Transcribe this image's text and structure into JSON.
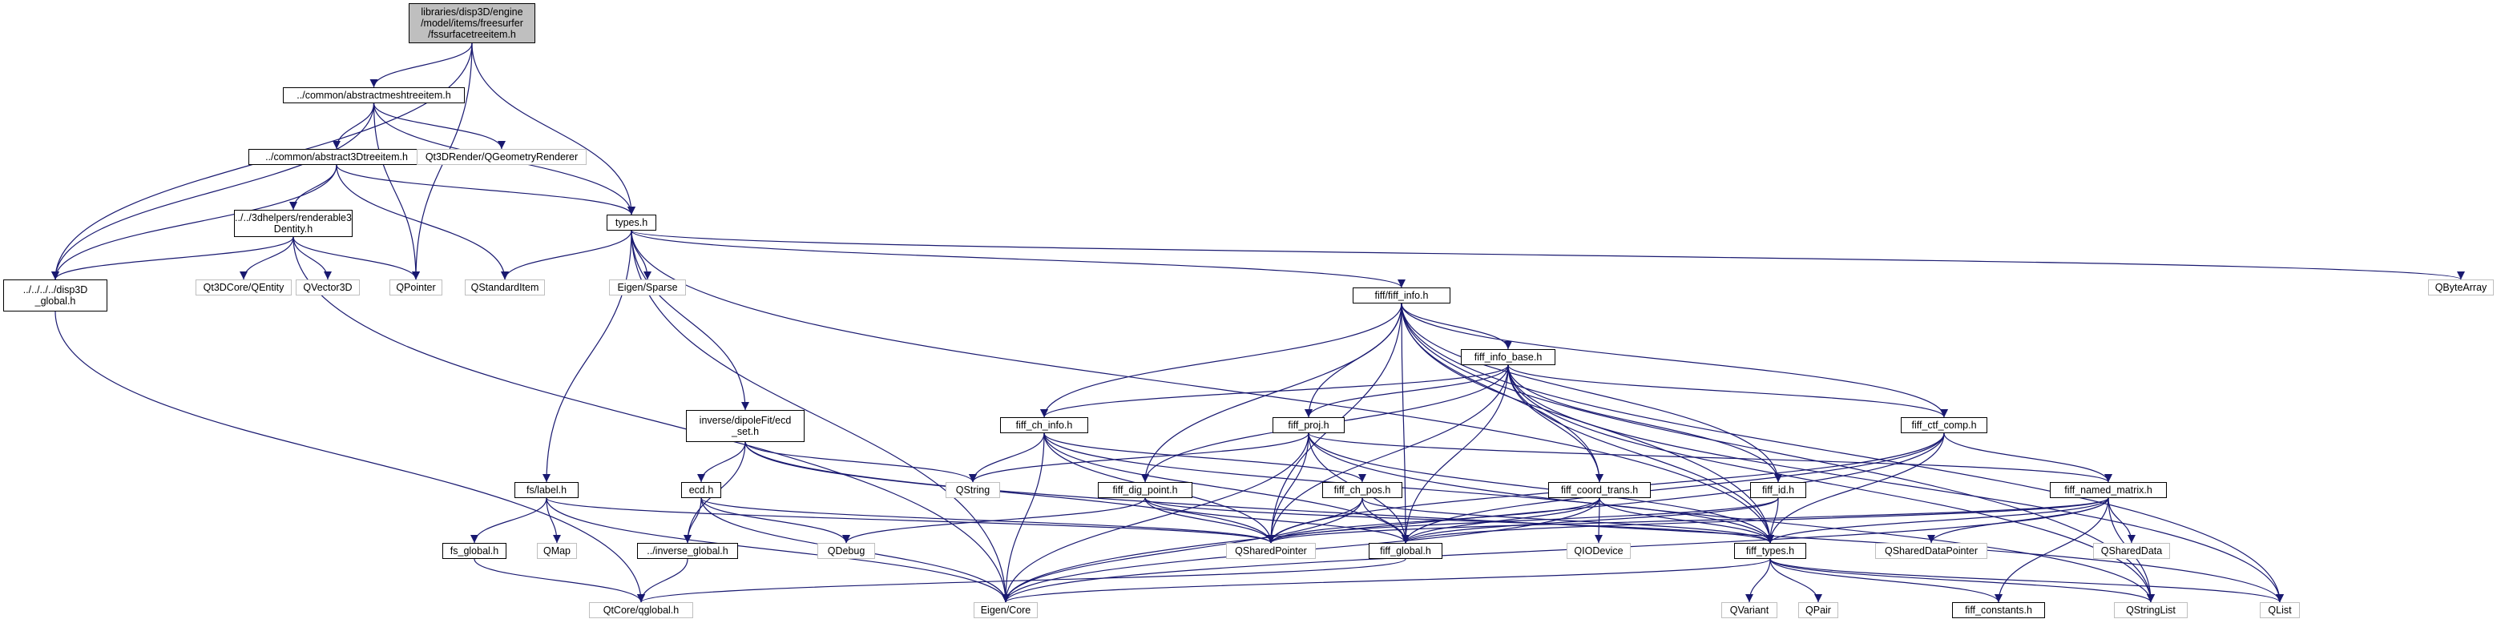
{
  "colors": {
    "edge": "#191970",
    "root_fill": "#bfbfbf",
    "external_border": "#bfbfbf",
    "node_border": "#000000"
  },
  "nodes": [
    {
      "id": "root",
      "label": "libraries/disp3D/engine\n/model/items/freesurfer\n/fssurfacetreeitem.h",
      "kind": "root"
    },
    {
      "id": "abstractmesh",
      "label": "../common/abstractmeshtreeitem.h",
      "kind": "boxed"
    },
    {
      "id": "abstract3d",
      "label": "../common/abstract3Dtreeitem.h",
      "kind": "boxed"
    },
    {
      "id": "renderable",
      "label": "../../3dhelpers/renderable3\nDentity.h",
      "kind": "boxed"
    },
    {
      "id": "disp3dglobal",
      "label": "../../../../disp3D\n_global.h",
      "kind": "boxed"
    },
    {
      "id": "geomrenderer",
      "label": "Qt3DRender/QGeometryRenderer",
      "kind": "external"
    },
    {
      "id": "qentity",
      "label": "Qt3DCore/QEntity",
      "kind": "external"
    },
    {
      "id": "qvector3d",
      "label": "QVector3D",
      "kind": "external"
    },
    {
      "id": "qpointer",
      "label": "QPointer",
      "kind": "external"
    },
    {
      "id": "typesh",
      "label": "types.h",
      "kind": "boxed"
    },
    {
      "id": "qstandarditem",
      "label": "QStandardItem",
      "kind": "external"
    },
    {
      "id": "eigensparse",
      "label": "Eigen/Sparse",
      "kind": "external"
    },
    {
      "id": "qbytearray",
      "label": "QByteArray",
      "kind": "external"
    },
    {
      "id": "fiffinfo",
      "label": "fiff/fiff_info.h",
      "kind": "boxed"
    },
    {
      "id": "fiffinfobase",
      "label": "fiff_info_base.h",
      "kind": "boxed"
    },
    {
      "id": "ecdset",
      "label": "inverse/dipoleFit/ecd\n_set.h",
      "kind": "boxed"
    },
    {
      "id": "fiffchinfo",
      "label": "fiff_ch_info.h",
      "kind": "boxed"
    },
    {
      "id": "fiffproj",
      "label": "fiff_proj.h",
      "kind": "boxed"
    },
    {
      "id": "fiffctfcomp",
      "label": "fiff_ctf_comp.h",
      "kind": "boxed"
    },
    {
      "id": "fslabel",
      "label": "fs/label.h",
      "kind": "boxed"
    },
    {
      "id": "qstring",
      "label": "QString",
      "kind": "external"
    },
    {
      "id": "ecdh",
      "label": "ecd.h",
      "kind": "boxed"
    },
    {
      "id": "fiffdigpoint",
      "label": "fiff_dig_point.h",
      "kind": "boxed"
    },
    {
      "id": "fiffchpos",
      "label": "fiff_ch_pos.h",
      "kind": "boxed"
    },
    {
      "id": "fiffcoordtrans",
      "label": "fiff_coord_trans.h",
      "kind": "boxed"
    },
    {
      "id": "fiffid",
      "label": "fiff_id.h",
      "kind": "boxed"
    },
    {
      "id": "fiffnamedmatrix",
      "label": "fiff_named_matrix.h",
      "kind": "boxed"
    },
    {
      "id": "fsglobal",
      "label": "fs_global.h",
      "kind": "boxed"
    },
    {
      "id": "qmap",
      "label": "QMap",
      "kind": "external"
    },
    {
      "id": "inverseglobal",
      "label": "../inverse_global.h",
      "kind": "boxed"
    },
    {
      "id": "qdebug",
      "label": "QDebug",
      "kind": "external"
    },
    {
      "id": "qsharedpointer",
      "label": "QSharedPointer",
      "kind": "external"
    },
    {
      "id": "fiffglobal",
      "label": "fiff_global.h",
      "kind": "boxed"
    },
    {
      "id": "qiodevice",
      "label": "QIODevice",
      "kind": "external"
    },
    {
      "id": "fifftypes",
      "label": "fiff_types.h",
      "kind": "boxed"
    },
    {
      "id": "qshareddatapointer",
      "label": "QSharedDataPointer",
      "kind": "external"
    },
    {
      "id": "qshareddata",
      "label": "QSharedData",
      "kind": "external"
    },
    {
      "id": "qtcoreglobal",
      "label": "QtCore/qglobal.h",
      "kind": "external"
    },
    {
      "id": "eigencore",
      "label": "Eigen/Core",
      "kind": "external"
    },
    {
      "id": "qvariant",
      "label": "QVariant",
      "kind": "external"
    },
    {
      "id": "qpair",
      "label": "QPair",
      "kind": "external"
    },
    {
      "id": "fiffconstants",
      "label": "fiff_constants.h",
      "kind": "boxed"
    },
    {
      "id": "qstringlist",
      "label": "QStringList",
      "kind": "external"
    },
    {
      "id": "qlist",
      "label": "QList",
      "kind": "external"
    }
  ],
  "edges": [
    [
      "root",
      "abstractmesh"
    ],
    [
      "root",
      "disp3dglobal"
    ],
    [
      "root",
      "qpointer"
    ],
    [
      "root",
      "typesh"
    ],
    [
      "abstractmesh",
      "disp3dglobal"
    ],
    [
      "abstractmesh",
      "geomrenderer"
    ],
    [
      "abstractmesh",
      "abstract3d"
    ],
    [
      "abstractmesh",
      "qpointer"
    ],
    [
      "abstractmesh",
      "typesh"
    ],
    [
      "abstract3d",
      "renderable"
    ],
    [
      "abstract3d",
      "disp3dglobal"
    ],
    [
      "abstract3d",
      "qstandarditem"
    ],
    [
      "abstract3d",
      "typesh"
    ],
    [
      "renderable",
      "disp3dglobal"
    ],
    [
      "renderable",
      "qentity"
    ],
    [
      "renderable",
      "qvector3d"
    ],
    [
      "renderable",
      "qpointer"
    ],
    [
      "renderable",
      "eigencore"
    ],
    [
      "disp3dglobal",
      "qtcoreglobal"
    ],
    [
      "typesh",
      "qstandarditem"
    ],
    [
      "typesh",
      "eigensparse"
    ],
    [
      "typesh",
      "qbytearray"
    ],
    [
      "typesh",
      "fiffinfo"
    ],
    [
      "typesh",
      "fslabel"
    ],
    [
      "typesh",
      "ecdset"
    ],
    [
      "typesh",
      "eigencore"
    ],
    [
      "typesh",
      "fifftypes"
    ],
    [
      "fiffinfo",
      "fiffinfobase"
    ],
    [
      "fiffinfo",
      "fiffchinfo"
    ],
    [
      "fiffinfo",
      "fiffproj"
    ],
    [
      "fiffinfo",
      "fiffctfcomp"
    ],
    [
      "fiffinfo",
      "fiffdigpoint"
    ],
    [
      "fiffinfo",
      "fiffcoordtrans"
    ],
    [
      "fiffinfo",
      "fiffid"
    ],
    [
      "fiffinfo",
      "qsharedpointer"
    ],
    [
      "fiffinfo",
      "fiffglobal"
    ],
    [
      "fiffinfo",
      "fifftypes"
    ],
    [
      "fiffinfo",
      "qlist"
    ],
    [
      "fiffinfo",
      "qstringlist"
    ],
    [
      "fiffinfobase",
      "fiffchinfo"
    ],
    [
      "fiffinfobase",
      "fiffproj"
    ],
    [
      "fiffinfobase",
      "fiffctfcomp"
    ],
    [
      "fiffinfobase",
      "fiffdigpoint"
    ],
    [
      "fiffinfobase",
      "fiffcoordtrans"
    ],
    [
      "fiffinfobase",
      "fiffid"
    ],
    [
      "fiffinfobase",
      "fiffglobal"
    ],
    [
      "fiffinfobase",
      "fifftypes"
    ],
    [
      "fiffinfobase",
      "qsharedpointer"
    ],
    [
      "fiffinfobase",
      "qstringlist"
    ],
    [
      "fiffinfobase",
      "qlist"
    ],
    [
      "ecdset",
      "ecdh"
    ],
    [
      "ecdset",
      "inverseglobal"
    ],
    [
      "ecdset",
      "qstring"
    ],
    [
      "ecdset",
      "qsharedpointer"
    ],
    [
      "ecdset",
      "qlist"
    ],
    [
      "fiffchinfo",
      "fiffchpos"
    ],
    [
      "fiffchinfo",
      "fiffglobal"
    ],
    [
      "fiffchinfo",
      "fifftypes"
    ],
    [
      "fiffchinfo",
      "qstring"
    ],
    [
      "fiffchinfo",
      "qsharedpointer"
    ],
    [
      "fiffchinfo",
      "eigencore"
    ],
    [
      "fiffproj",
      "fiffnamedmatrix"
    ],
    [
      "fiffproj",
      "fiffglobal"
    ],
    [
      "fiffproj",
      "fifftypes"
    ],
    [
      "fiffproj",
      "qstring"
    ],
    [
      "fiffproj",
      "qsharedpointer"
    ],
    [
      "fiffproj",
      "eigencore"
    ],
    [
      "fiffproj",
      "qstringlist"
    ],
    [
      "fiffctfcomp",
      "fiffnamedmatrix"
    ],
    [
      "fiffctfcomp",
      "fiffglobal"
    ],
    [
      "fiffctfcomp",
      "fifftypes"
    ],
    [
      "fiffctfcomp",
      "qsharedpointer"
    ],
    [
      "fiffctfcomp",
      "eigencore"
    ],
    [
      "fslabel",
      "fsglobal"
    ],
    [
      "fslabel",
      "qmap"
    ],
    [
      "fslabel",
      "qsharedpointer"
    ],
    [
      "fslabel",
      "eigencore"
    ],
    [
      "ecdh",
      "inverseglobal"
    ],
    [
      "ecdh",
      "qdebug"
    ],
    [
      "ecdh",
      "qsharedpointer"
    ],
    [
      "ecdh",
      "eigencore"
    ],
    [
      "fiffdigpoint",
      "fiffglobal"
    ],
    [
      "fiffdigpoint",
      "fifftypes"
    ],
    [
      "fiffdigpoint",
      "qsharedpointer"
    ],
    [
      "fiffdigpoint",
      "qdebug"
    ],
    [
      "fiffchpos",
      "fiffglobal"
    ],
    [
      "fiffchpos",
      "fifftypes"
    ],
    [
      "fiffchpos",
      "qsharedpointer"
    ],
    [
      "fiffchpos",
      "eigencore"
    ],
    [
      "fiffcoordtrans",
      "fiffglobal"
    ],
    [
      "fiffcoordtrans",
      "fifftypes"
    ],
    [
      "fiffcoordtrans",
      "qsharedpointer"
    ],
    [
      "fiffcoordtrans",
      "qiodevice"
    ],
    [
      "fiffcoordtrans",
      "eigencore"
    ],
    [
      "fiffid",
      "fiffglobal"
    ],
    [
      "fiffid",
      "fifftypes"
    ],
    [
      "fiffid",
      "qsharedpointer"
    ],
    [
      "fiffnamedmatrix",
      "fiffglobal"
    ],
    [
      "fiffnamedmatrix",
      "fifftypes"
    ],
    [
      "fiffnamedmatrix",
      "qshareddatapointer"
    ],
    [
      "fiffnamedmatrix",
      "qshareddata"
    ],
    [
      "fiffnamedmatrix",
      "qsharedpointer"
    ],
    [
      "fiffnamedmatrix",
      "eigencore"
    ],
    [
      "fiffnamedmatrix",
      "qstringlist"
    ],
    [
      "fiffnamedmatrix",
      "fiffconstants"
    ],
    [
      "fsglobal",
      "qtcoreglobal"
    ],
    [
      "inverseglobal",
      "qtcoreglobal"
    ],
    [
      "fiffglobal",
      "qtcoreglobal"
    ],
    [
      "fifftypes",
      "fiffconstants"
    ],
    [
      "fifftypes",
      "eigencore"
    ],
    [
      "fifftypes",
      "qvariant"
    ],
    [
      "fifftypes",
      "qpair"
    ],
    [
      "fifftypes",
      "qstringlist"
    ],
    [
      "fifftypes",
      "qlist"
    ]
  ]
}
